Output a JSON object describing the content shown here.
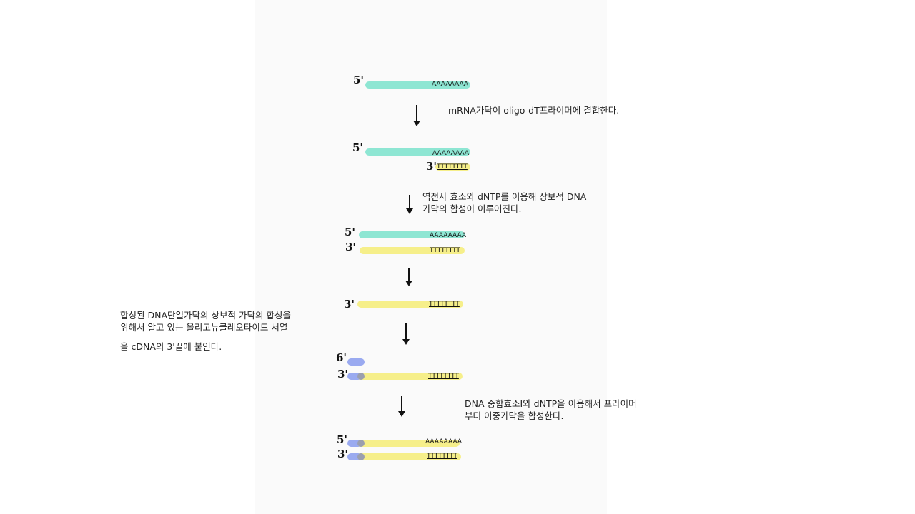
{
  "labels": {
    "five_prime": "5'",
    "three_prime": "3'",
    "primer_five_prime": "6'"
  },
  "sequences": {
    "poly_a": "AAAAAAAA",
    "poly_t": "TTTTTTTT"
  },
  "steps": {
    "step1": {
      "text": "mRNA가닥이 oligo-dT프라이머에  결합한다."
    },
    "step2": {
      "lines": [
        "역전사 효소와 dNTP를 이용해 상보적 DNA",
        "가닥의 합성이 이루어진다."
      ]
    },
    "step4": {
      "lines": [
        "합성된 DNA단일가닥의 상보적 가닥의 합성을",
        "위해서 알고 있는 올리고뉴클레오타이드 서열",
        "을 cDNA의 3'끝에 붙인다."
      ]
    },
    "step5": {
      "lines": [
        "DNA 중합효소I와 dNTP을 이용해서 프라이머",
        "부터 이중가닥을 합성한다."
      ]
    }
  },
  "colors": {
    "mrna_strand": "#8ee6d3",
    "cdna_strand": "#f6ef8a",
    "primer": "#9aaaf0",
    "panel_bg": "#fafafa"
  }
}
